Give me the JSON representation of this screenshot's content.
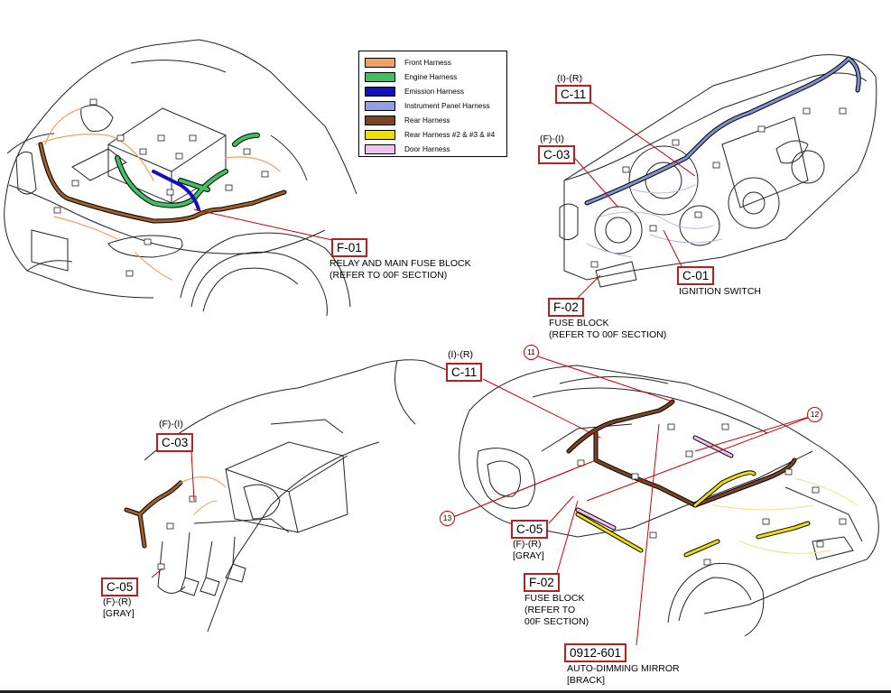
{
  "legend": [
    {
      "label": "Front Harness",
      "color": "#f0a060"
    },
    {
      "label": "Engine Harness",
      "color": "#40c060"
    },
    {
      "label": "Emission Harness",
      "color": "#1010c0"
    },
    {
      "label": "Instrument Panel Harness",
      "color": "#90a0e0"
    },
    {
      "label": "Rear Harness",
      "color": "#7a4520"
    },
    {
      "label": "Rear Harness #2 & #3 & #4",
      "color": "#f0e000"
    },
    {
      "label": "Door Harness",
      "color": "#f0c0f0"
    }
  ],
  "callouts": {
    "f01": {
      "code": "F-01",
      "desc": "RELAY AND MAIN FUSE BLOCK\n(REFER TO 00F SECTION)"
    },
    "c11_top": {
      "loc": "(I)-(R)",
      "code": "C-11"
    },
    "c03_top": {
      "loc": "(F)-(I)",
      "code": "C-03"
    },
    "c01": {
      "code": "C-01",
      "desc": "IGNITION SWITCH"
    },
    "f02_top": {
      "code": "F-02",
      "desc": "FUSE BLOCK\n(REFER TO 00F SECTION)"
    },
    "c03_bottom": {
      "loc": "(F)-(I)",
      "code": "C-03"
    },
    "c05_left": {
      "code": "C-05",
      "loc": "(F)-(R)\n[GRAY]"
    },
    "c11_bottom": {
      "loc": "(I)-(R)",
      "code": "C-11"
    },
    "c05_right": {
      "code": "C-05",
      "loc": "(F)-(R)\n[GRAY]"
    },
    "f02_bottom": {
      "code": "F-02",
      "desc": "FUSE BLOCK\n(REFER TO\n00F SECTION)"
    },
    "mirror": {
      "code": "0912-601",
      "desc": "AUTO-DIMMING MIRROR\n[BRACK]"
    }
  },
  "circles": {
    "n11": "11",
    "n12": "12",
    "n13": "13"
  }
}
